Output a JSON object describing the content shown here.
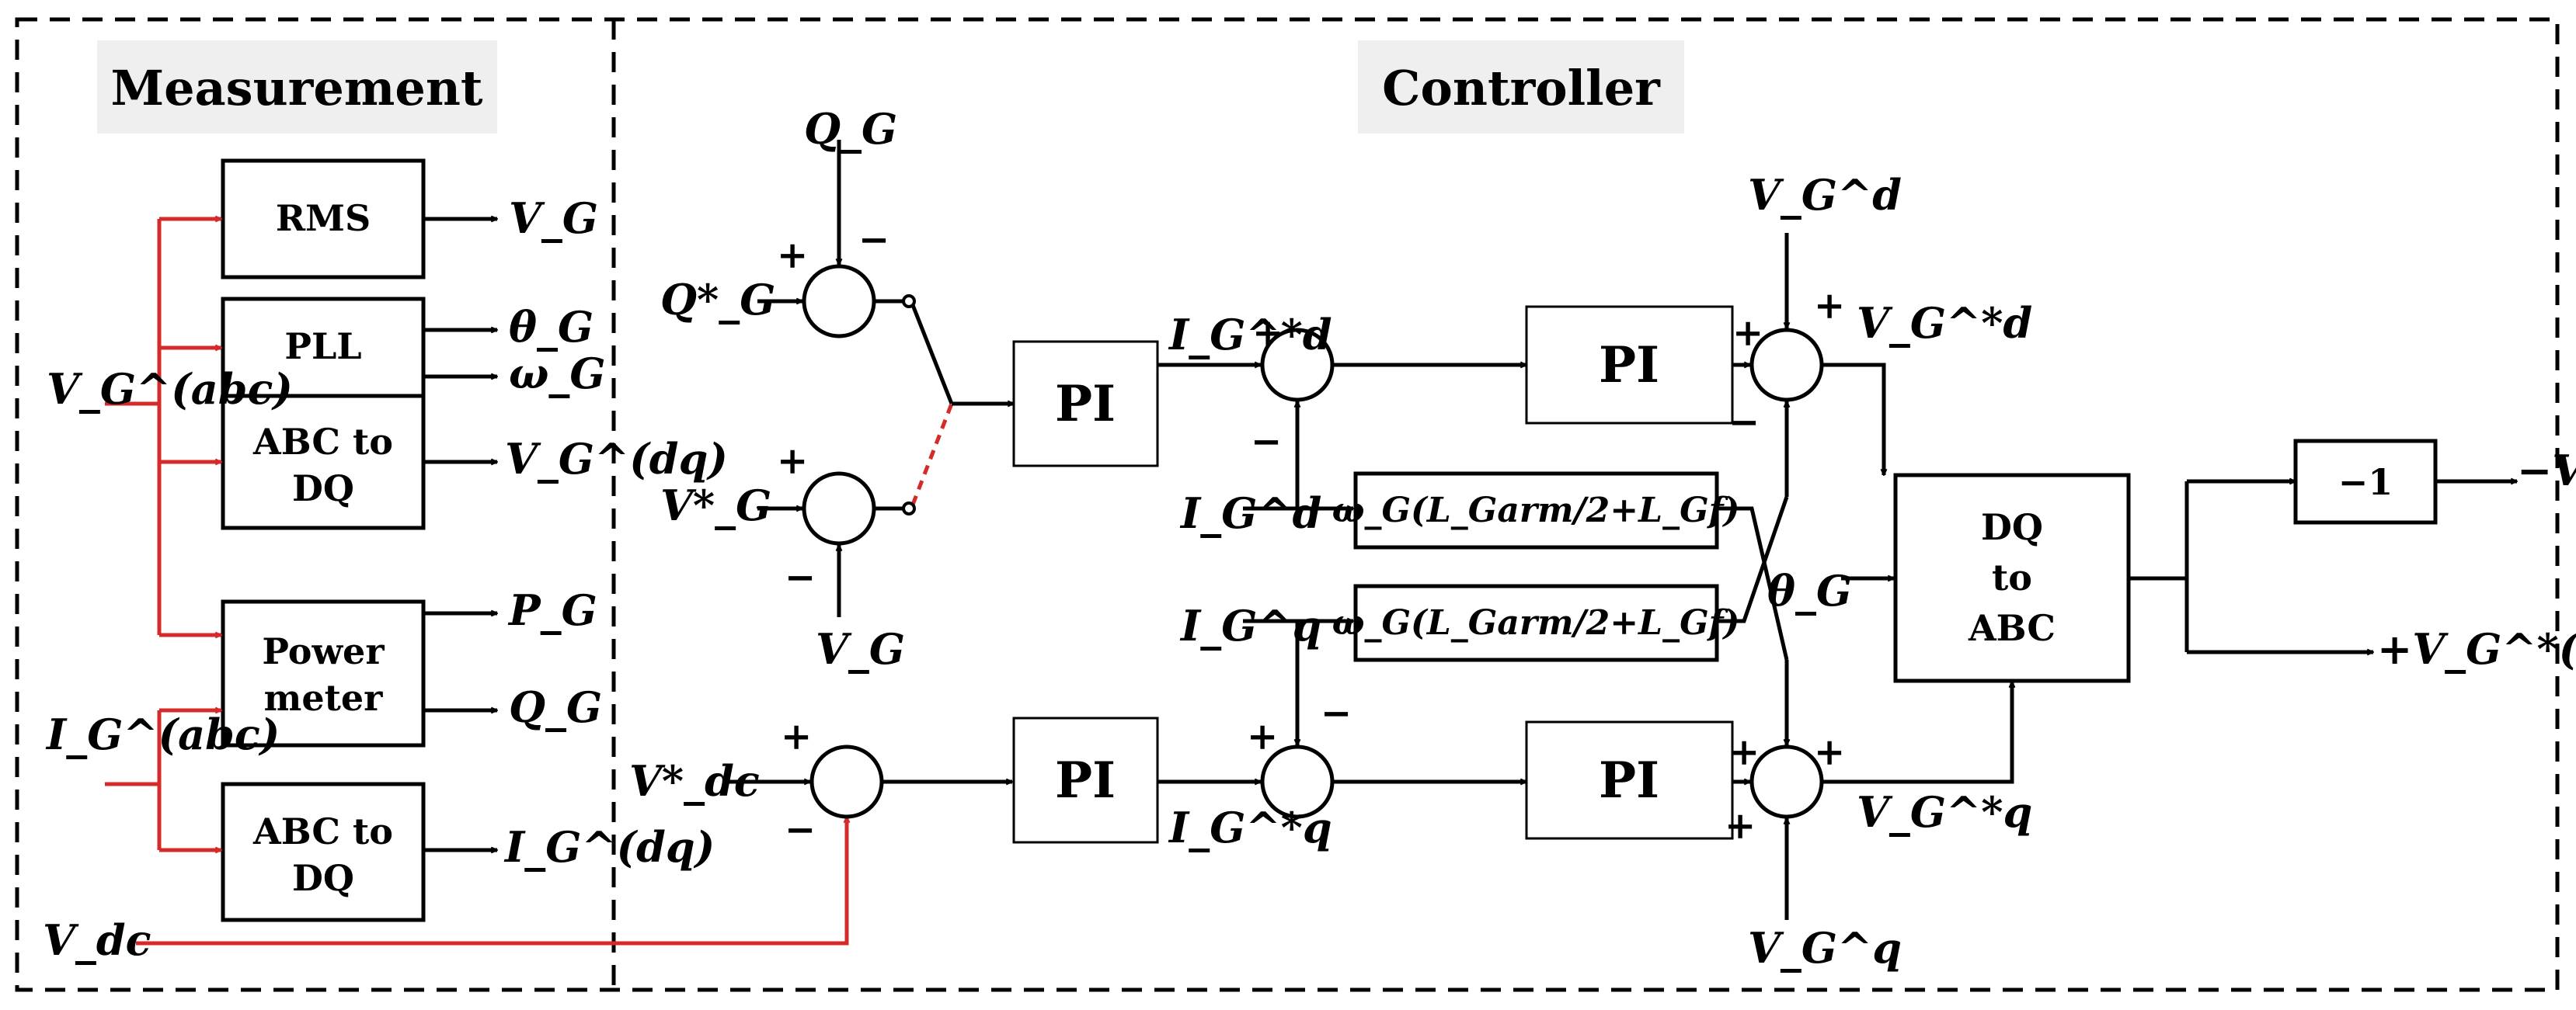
{
  "sections": {
    "measurement": "Measurement",
    "controller": "Controller"
  },
  "blocks": {
    "rms": "RMS",
    "pll": "PLL",
    "abc_to_dq_v_line1": "ABC to",
    "abc_to_dq_v_line2": "DQ",
    "power_meter_line1": "Power",
    "power_meter_line2": "meter",
    "abc_to_dq_i_line1": "ABC to",
    "abc_to_dq_i_line2": "DQ",
    "pi": "PI",
    "dq_to_abc_line1": "DQ",
    "dq_to_abc_line2": "to",
    "dq_to_abc_line3": "ABC",
    "gain": "−1",
    "decoupling": "ω_G(L_Garm/2+L_Gf)"
  },
  "signals": {
    "v_abc": "V_G^(abc)",
    "i_abc": "I_G^(abc)",
    "v_dc": "V_dc",
    "v_g": "V_G",
    "theta_g": "θ_G",
    "omega_g": "ω_G",
    "v_dq": "V_G^(dq)",
    "p_g": "P_G",
    "q_g": "Q_G",
    "i_dq": "I_G^(dq)",
    "q_g_top": "Q_G",
    "q_ref": "Q*_G",
    "v_ref": "V*_G",
    "v_g_bottom": "V_G",
    "vdc_ref": "V*_dc",
    "id_ref": "I_G^*d",
    "iq_ref": "I_G^*q",
    "id": "I_G^d",
    "iq": "I_G^q",
    "vd": "V_G^d",
    "vq": "V_G^q",
    "vd_ref": "V_G^*d",
    "vq_ref": "V_G^*q",
    "theta_in": "θ_G",
    "v_out_neg": "−V_G^*(abc)",
    "v_out_pos": "+V_G^*(abc)"
  },
  "signs": {
    "plus": "+",
    "minus": "−"
  },
  "colors": {
    "measurement_wires": "#d42a2a",
    "title_background": "#efefef"
  }
}
